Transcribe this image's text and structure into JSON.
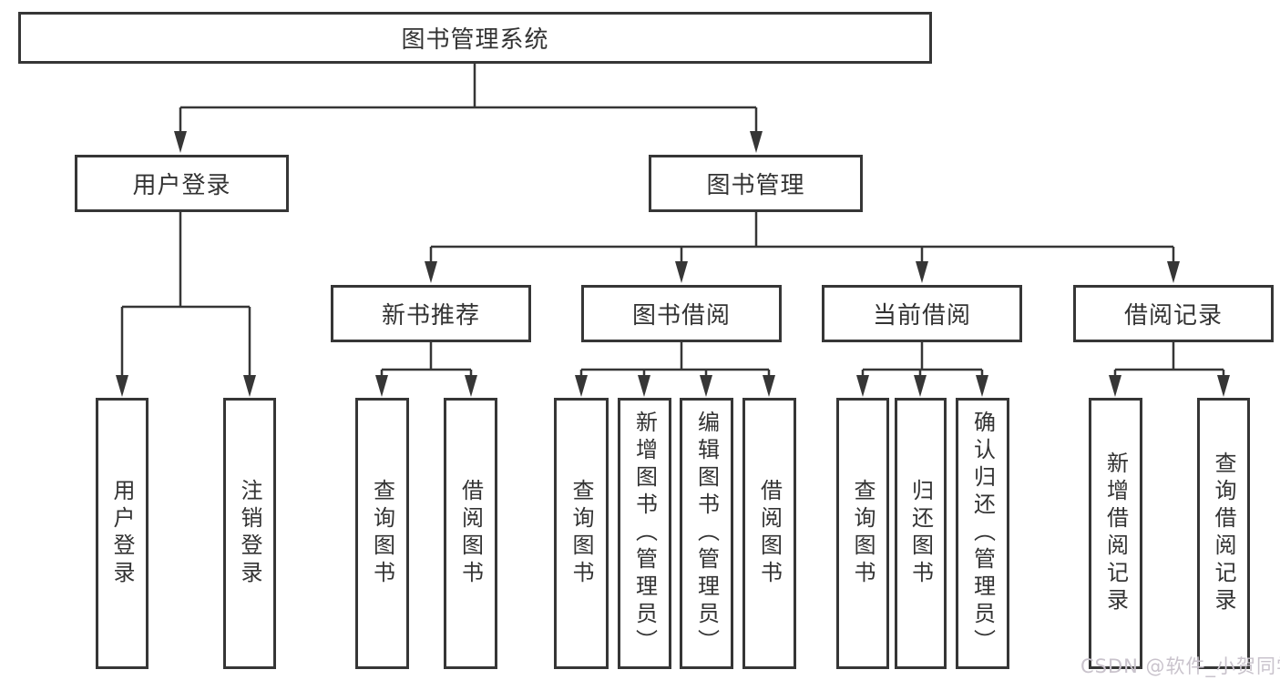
{
  "watermark": "CSDN @软件_小贺同学",
  "colors": {
    "line": "#363636",
    "text": "#333333",
    "box_fill": "#ffffff",
    "watermark": "#c9c3cc"
  },
  "tree": {
    "root": "图书管理系统",
    "branches": [
      {
        "label": "用户登录",
        "children": [
          "用户登录",
          "注销登录"
        ]
      },
      {
        "label": "图书管理",
        "groups": [
          {
            "label": "新书推荐",
            "children": [
              "查询图书",
              "借阅图书"
            ]
          },
          {
            "label": "图书借阅",
            "children": [
              "查询图书",
              "新增图书（管理员）",
              "编辑图书（管理员）",
              "借阅图书"
            ]
          },
          {
            "label": "当前借阅",
            "children": [
              "查询图书",
              "归还图书",
              "确认归还（管理员）"
            ]
          },
          {
            "label": "借阅记录",
            "children": [
              "新增借阅记录",
              "查询借阅记录"
            ]
          }
        ]
      }
    ]
  }
}
